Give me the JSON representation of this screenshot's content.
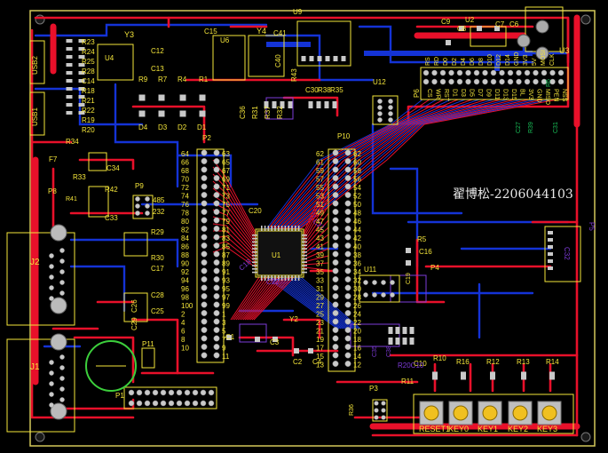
{
  "colors": {
    "background": "#000000",
    "top_copper": "#e8102a",
    "bottom_copper": "#1433d6",
    "silkscreen": "#f5e63a",
    "bottom_silk": "#7d3bd8",
    "pad": "#c9c9c9",
    "board_edge": "#d4c95a",
    "text_bottom_green": "#19c35a",
    "keepout": "#ff55ff"
  },
  "signature": "翟博松-2206044103",
  "designators": {
    "u9": "U9",
    "y3": "Y3",
    "c15": "C15",
    "u6": "U6",
    "y4": "Y4",
    "c41": "C41",
    "c9": "C9",
    "u2": "U2",
    "c7": "C7",
    "c6": "C6",
    "c8": "C8",
    "u3": "U3",
    "usb2": "USB2",
    "usb1": "USB1",
    "r23": "R23",
    "r24": "R24",
    "r25": "R25",
    "r28": "R28",
    "c14": "C14",
    "r18": "R18",
    "r21": "R21",
    "r22": "R22",
    "r19": "R19",
    "r20": "R20",
    "c12": "C12",
    "c13": "C13",
    "u4": "U4",
    "r9": "R9",
    "r7": "R7",
    "r4": "R4",
    "r1": "R1",
    "d4": "D4",
    "d3": "D3",
    "d2": "D2",
    "d1": "D1",
    "c40": "C40",
    "r43": "R43",
    "c30": "C30",
    "r38": "R38",
    "r35": "R35",
    "c36": "C36",
    "r31": "R31",
    "r37": "R37",
    "r32": "R32",
    "u12": "U12",
    "p6": "P6",
    "p2": "P2",
    "p10": "P10",
    "r34": "R34",
    "f7": "F7",
    "c34": "C34",
    "r33": "R33",
    "r42": "R42",
    "r41": "R41",
    "p8": "P8",
    "c33": "C33",
    "p9": "P9",
    "p9_a": "485",
    "p9_b": "232",
    "j2": "J2",
    "j1": "J1",
    "r29": "R29",
    "r30": "R30",
    "c17": "C17",
    "c25": "C25",
    "c28": "C28",
    "c26": "C26",
    "c29": "C29",
    "p11": "P11",
    "p1": "P1",
    "u1": "U1",
    "c20": "C20",
    "c21": "C21",
    "c18": "C18",
    "c22": "C22",
    "y2": "Y2",
    "c1": "C1",
    "c3": "C3",
    "c2": "C2",
    "c4": "C4",
    "c16": "C16",
    "u11": "U11",
    "c19": "C19",
    "p4": "P4",
    "p5": "P5",
    "c32": "C32",
    "r5": "R5",
    "c35": "C35",
    "c38": "C38",
    "p3": "P3",
    "r11": "R11",
    "r36": "R36",
    "r10": "R10",
    "r20b": "R20C10",
    "r16": "R16",
    "r12": "R12",
    "r13": "R13",
    "r14": "R14",
    "c10": "C10",
    "c27": "C27",
    "r39": "R39",
    "c31": "C31",
    "r6": "R6"
  },
  "p6_top": [
    "RS",
    "RD",
    "D0",
    "D2",
    "D4",
    "D6",
    "D8",
    "D10",
    "D12",
    "D14",
    "GND",
    "3V3",
    "5V",
    "MOSI",
    "CLK"
  ],
  "p6_bottom": [
    "CS",
    "WR",
    "RST",
    "D1",
    "D3",
    "D5",
    "D7",
    "D9",
    "D11",
    "D13",
    "D15",
    "BL",
    "3V3",
    "GND",
    "MISO",
    "PEN",
    "NSS"
  ],
  "p2_left": [
    "64",
    "66",
    "68",
    "70",
    "72",
    "74",
    "76",
    "78",
    "80",
    "82",
    "84",
    "86",
    "88",
    "90",
    "92",
    "94",
    "96",
    "98",
    "100",
    "2",
    "4",
    "6",
    "8",
    "10"
  ],
  "p2_right": [
    "63",
    "65",
    "67",
    "69",
    "71",
    "73",
    "75",
    "77",
    "79",
    "81",
    "83",
    "85",
    "87",
    "89",
    "91",
    "93",
    "95",
    "97",
    "99",
    "1",
    "3",
    "5",
    "7",
    "9",
    "11"
  ],
  "p10_left": [
    "62",
    "61",
    "59",
    "57",
    "55",
    "53",
    "51",
    "49",
    "47",
    "45",
    "43",
    "41",
    "39",
    "37",
    "35",
    "33",
    "31",
    "29",
    "27",
    "25",
    "23",
    "21",
    "19",
    "17",
    "15",
    "13"
  ],
  "p10_right": [
    "62",
    "60",
    "58",
    "56",
    "54",
    "52",
    "50",
    "48",
    "46",
    "44",
    "42",
    "40",
    "38",
    "36",
    "34",
    "32",
    "30",
    "28",
    "26",
    "24",
    "22",
    "20",
    "18",
    "16",
    "14",
    "12"
  ],
  "keys": [
    "RESET1",
    "KEY0",
    "KEY1",
    "KEY2",
    "KEY3"
  ]
}
